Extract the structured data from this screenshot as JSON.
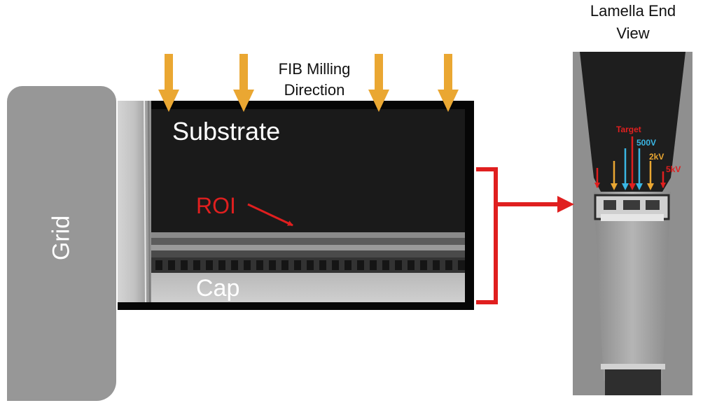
{
  "labels": {
    "grid": "Grid",
    "fib_direction": "FIB Milling Direction",
    "substrate": "Substrate",
    "roi": "ROI",
    "cap": "Cap",
    "lamella_end_view": "Lamella End View",
    "target": "Target",
    "v500": "500V",
    "kv2": "2kV",
    "kv5": "5kV"
  },
  "colors": {
    "fib_arrow": "#eaa732",
    "red": "#e01f1f",
    "blue": "#3ab6e4",
    "orange": "#eaa732",
    "grid": "#979797"
  },
  "icons": {
    "fib_arrows": "down-arrow",
    "bracket": "right-bracket",
    "pointer": "right-arrow"
  }
}
